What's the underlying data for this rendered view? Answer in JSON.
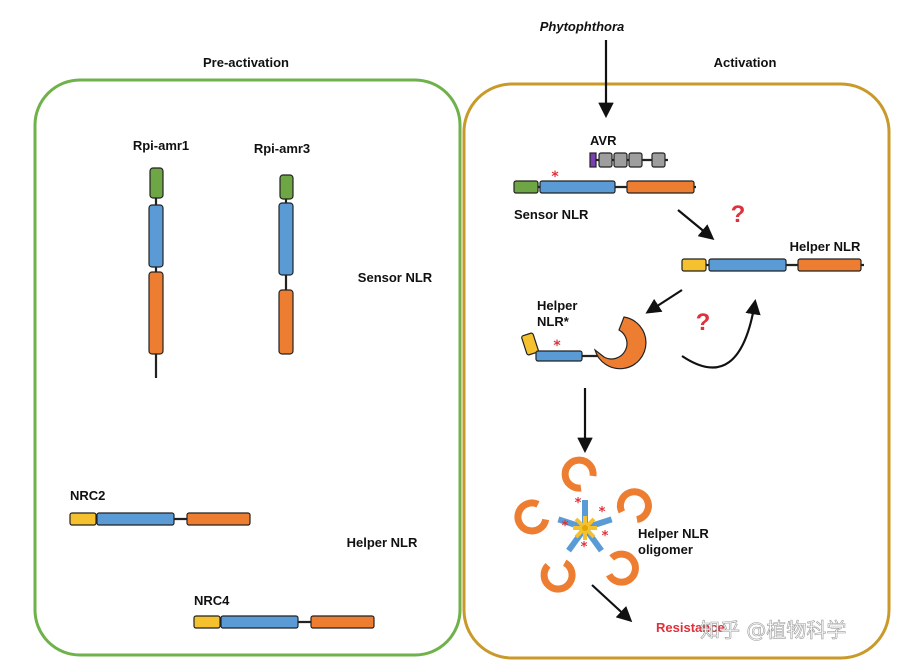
{
  "panels": {
    "left": {
      "title": "Pre-activation",
      "border_color": "#6fb14a"
    },
    "right": {
      "title": "Activation",
      "border_color": "#c99a2a"
    }
  },
  "pathogen": "Phytophthora",
  "left_labels": {
    "rpi_amr1": "Rpi-amr1",
    "rpi_amr3": "Rpi-amr3",
    "sensor": "Sensor NLR",
    "nrc2": "NRC2",
    "nrc4": "NRC4",
    "helper": "Helper NLR"
  },
  "right_labels": {
    "avr": "AVR",
    "sensor": "Sensor NLR",
    "helper": "Helper NLR",
    "helper_star_line1": "Helper",
    "helper_star_line2": "NLR*",
    "oligomer_line1": "Helper NLR",
    "oligomer_line2": "oligomer",
    "resistance": "Resistance"
  },
  "symbols": {
    "star": "*",
    "question": "?"
  },
  "watermark": "知乎 @植物科学",
  "domain_colors": {
    "green": "#6ea645",
    "blue": "#5b9bd5",
    "orange": "#ed7d31",
    "yellow": "#f5c12e",
    "gray": "#9e9e9e",
    "purple": "#7a3fb0",
    "red_text": "#e0303a"
  }
}
